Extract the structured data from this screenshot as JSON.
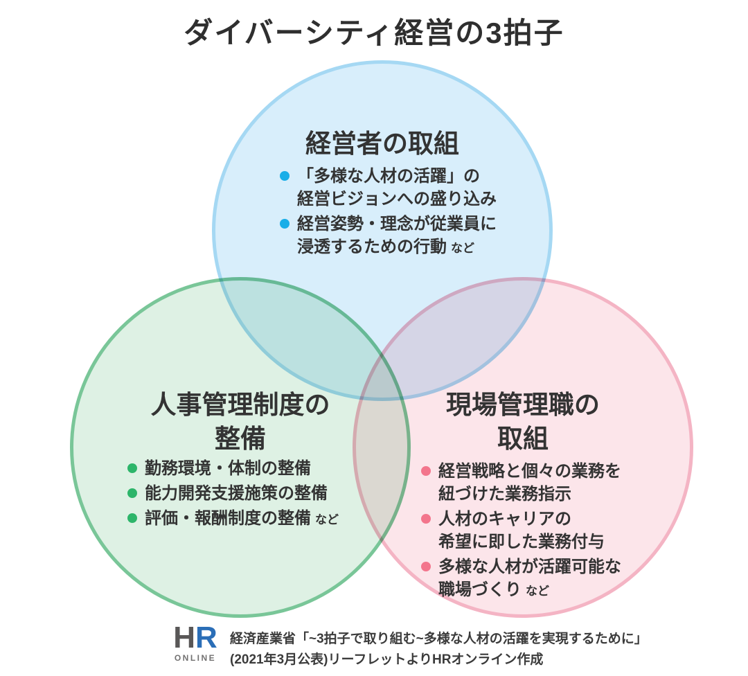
{
  "title": "ダイバーシティ経営の3拍子",
  "colors": {
    "background": "#ffffff",
    "text": "#333333",
    "blue_fill": "#d8eefb",
    "blue_border": "#a5d8f3",
    "blue_bullet": "#19aee8",
    "green_fill": "#def1e4",
    "green_border": "#79c698",
    "green_bullet": "#2db56a",
    "pink_fill": "#fce5ea",
    "pink_border": "#f4b4c4",
    "pink_bullet": "#f3758c",
    "logo_h": "#595757",
    "logo_r": "#2b6eb7",
    "logo_online": "#727171"
  },
  "circles": [
    {
      "id": "management",
      "heading_lines": [
        "経営者の取組"
      ],
      "items": [
        {
          "lines": [
            "「多様な人材の活躍」の",
            "経営ビジョンへの盛り込み"
          ],
          "suffix": ""
        },
        {
          "lines": [
            "経営姿勢・理念が従業員に",
            "浸透するための行動"
          ],
          "suffix": "など"
        }
      ]
    },
    {
      "id": "hr-management-system",
      "heading_lines": [
        "人事管理制度の",
        "整備"
      ],
      "items": [
        {
          "lines": [
            "勤務環境・体制の整備"
          ],
          "suffix": ""
        },
        {
          "lines": [
            "能力開発支援施策の整備"
          ],
          "suffix": ""
        },
        {
          "lines": [
            "評価・報酬制度の整備"
          ],
          "suffix": "など"
        }
      ]
    },
    {
      "id": "frontline-managers",
      "heading_lines": [
        "現場管理職の",
        "取組"
      ],
      "items": [
        {
          "lines": [
            "経営戦略と個々の業務を",
            "紐づけた業務指示"
          ],
          "suffix": ""
        },
        {
          "lines": [
            "人材のキャリアの",
            "希望に即した業務付与"
          ],
          "suffix": ""
        },
        {
          "lines": [
            "多様な人材が活躍可能な",
            "職場づくり"
          ],
          "suffix": "など"
        }
      ]
    }
  ],
  "footer": {
    "logo": {
      "h": "H",
      "r": "R",
      "online": "ONLINE"
    },
    "source_lines": [
      "経済産業省「~3拍子で取り組む~多様な人材の活躍を実現するために」",
      "(2021年3月公表)リーフレットよりHRオンライン作成"
    ]
  }
}
